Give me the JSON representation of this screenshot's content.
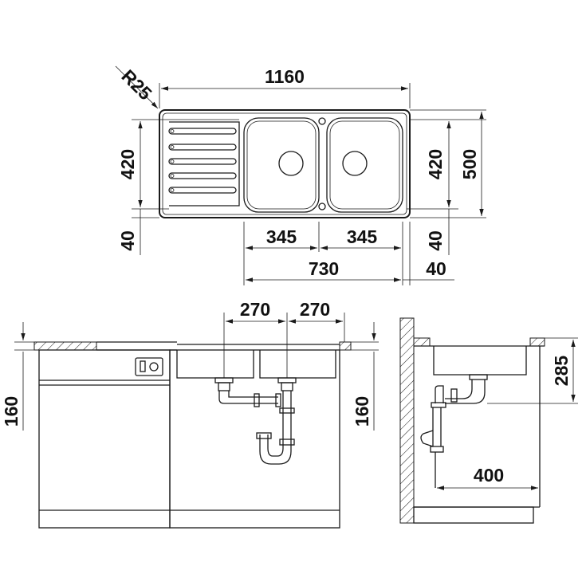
{
  "top_view": {
    "corner_radius": "R25",
    "overall_width": "1160",
    "bowl_depth_left": "420",
    "front_margin_left": "40",
    "bowl_depth_right": "420",
    "overall_depth": "500",
    "front_margin_right": "40",
    "bowl_width_1": "345",
    "bowl_width_2": "345",
    "bowls_total_width": "730",
    "side_margin": "40"
  },
  "front_view": {
    "drain_spacing_1": "270",
    "drain_spacing_2": "270",
    "height_left": "160",
    "height_right": "160"
  },
  "side_view": {
    "sink_depth": "285",
    "trap_distance": "400"
  },
  "colors": {
    "line": "#1a1a1a",
    "background": "#ffffff"
  }
}
